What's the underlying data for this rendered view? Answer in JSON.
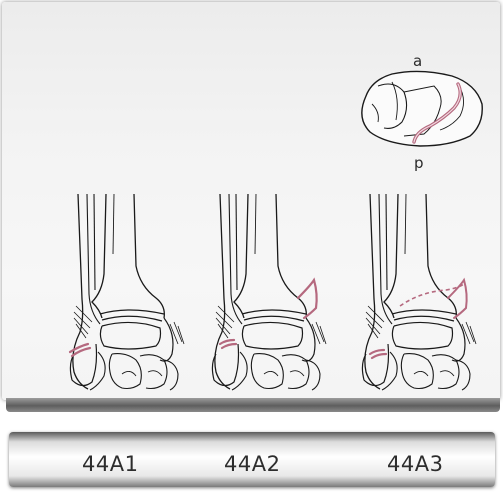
{
  "diagram": {
    "top_view_labels": {
      "anterior": "a",
      "posterior": "p"
    },
    "panels": [
      {
        "label": "44A1"
      },
      {
        "label": "44A2"
      },
      {
        "label": "44A3"
      }
    ],
    "colors": {
      "fracture_line": "#b5697f",
      "outline": "#1a1a1a",
      "background": "#f2f2f2"
    }
  }
}
